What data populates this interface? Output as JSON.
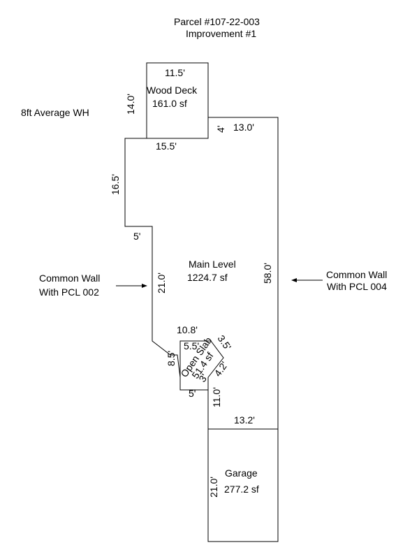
{
  "header": {
    "parcel": "Parcel #107-22-003",
    "improvement": "Improvement #1"
  },
  "notes": {
    "wall_height": "8ft Average WH",
    "common_wall_left_line1": "Common Wall",
    "common_wall_left_line2": "With PCL 002",
    "common_wall_right_line1": "Common Wall",
    "common_wall_right_line2": "With PCL 004"
  },
  "wood_deck": {
    "name": "Wood Deck",
    "area": "161.0 sf",
    "dim_top": "11.5'",
    "dim_left": "14.0'"
  },
  "main_level": {
    "name": "Main Level",
    "area": "1224.7 sf",
    "dims": {
      "top_right": "13.0'",
      "notch": "4'",
      "step": "15.5'",
      "upper_left": "16.5'",
      "jog": "5'",
      "lower_left": "21.0'",
      "right": "58.0'",
      "bottom_left": "10.8'",
      "lower_right": "11.0'",
      "bottom": "13.2'"
    }
  },
  "open_slab": {
    "name": "Open Slab",
    "area": "51.4 sf",
    "dims": {
      "top": "5.5'",
      "diag_upper": "3.5'",
      "diag_lower": "4.2'",
      "left": "8.5'",
      "bottom": "5'",
      "inner": "3'"
    }
  },
  "garage": {
    "name": "Garage",
    "area": "277.2 sf",
    "dim_left": "21.0'"
  },
  "colors": {
    "line": "#000000",
    "text": "#000000",
    "background": "#ffffff"
  }
}
